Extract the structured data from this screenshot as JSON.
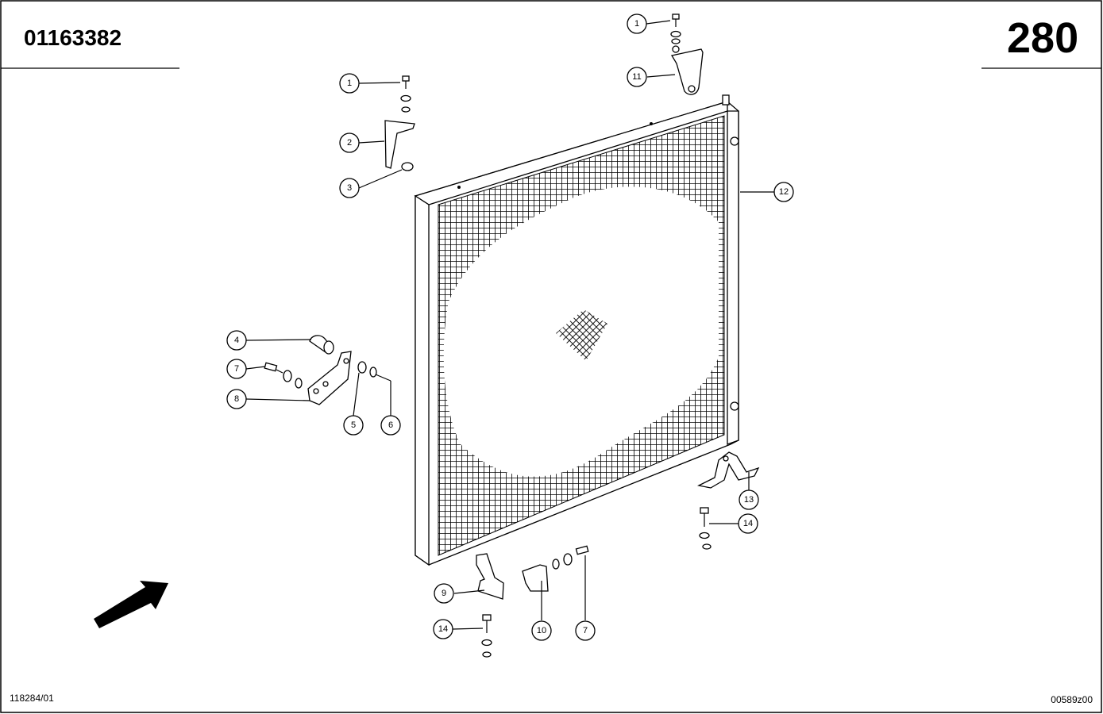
{
  "header": {
    "part_number": "01163382",
    "page_number": "280"
  },
  "footer": {
    "left_code": "118284/01",
    "right_code": "00589z00"
  },
  "callouts": {
    "c1a": "1",
    "c1b": "1",
    "c2": "2",
    "c3": "3",
    "c4": "4",
    "c5": "5",
    "c6": "6",
    "c7a": "7",
    "c7b": "7",
    "c8": "8",
    "c9": "9",
    "c10": "10",
    "c11": "11",
    "c12": "12",
    "c13": "13",
    "c14a": "14",
    "c14b": "14"
  },
  "colors": {
    "ink": "#000000",
    "paper": "#ffffff"
  },
  "icons": {
    "direction_arrow": "arrow-icon"
  }
}
